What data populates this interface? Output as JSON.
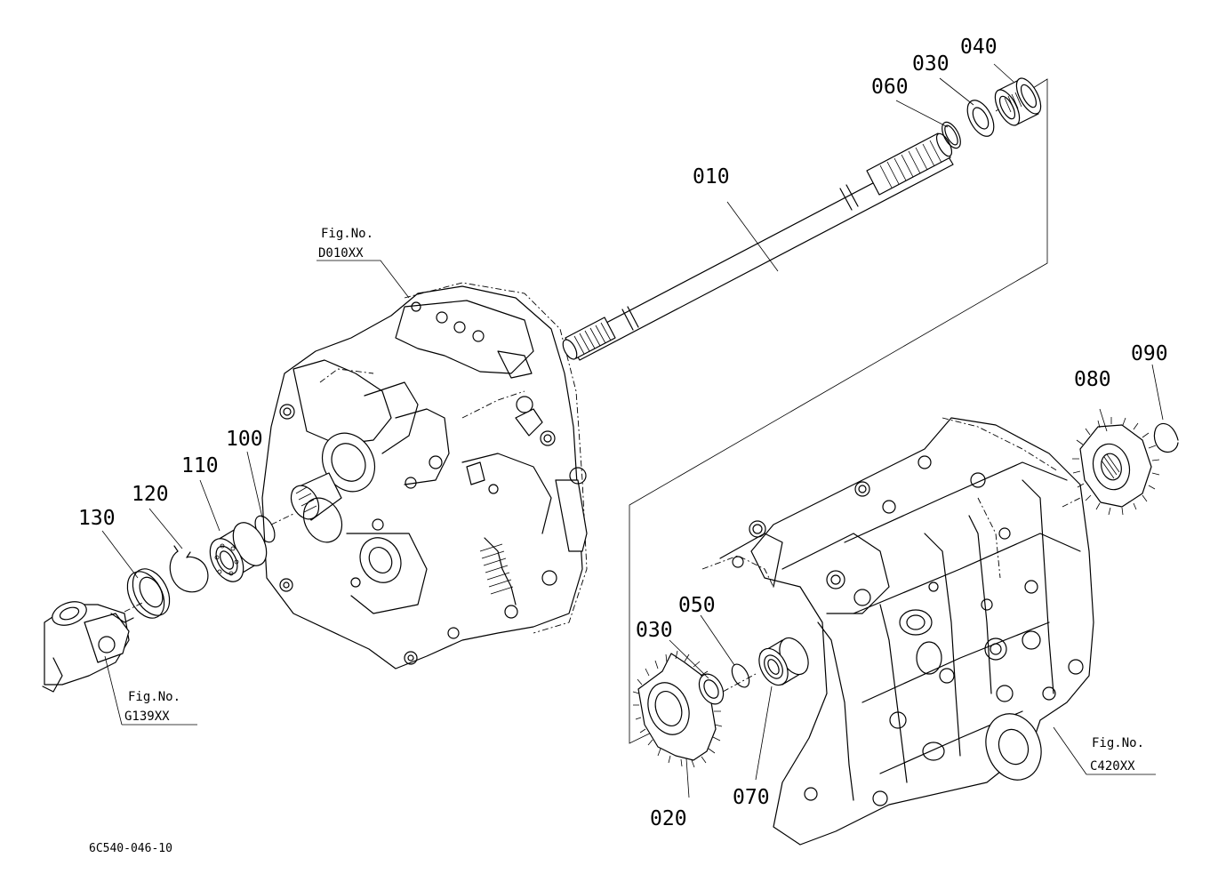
{
  "parts": [
    {
      "id": "p010",
      "label": "010"
    },
    {
      "id": "p020",
      "label": "020"
    },
    {
      "id": "p030a",
      "label": "030"
    },
    {
      "id": "p030b",
      "label": "030"
    },
    {
      "id": "p040",
      "label": "040"
    },
    {
      "id": "p050",
      "label": "050"
    },
    {
      "id": "p060",
      "label": "060"
    },
    {
      "id": "p070",
      "label": "070"
    },
    {
      "id": "p080",
      "label": "080"
    },
    {
      "id": "p090",
      "label": "090"
    },
    {
      "id": "p100",
      "label": "100"
    },
    {
      "id": "p110",
      "label": "110"
    },
    {
      "id": "p120",
      "label": "120"
    },
    {
      "id": "p130",
      "label": "130"
    }
  ],
  "figure_refs": [
    {
      "id": "d010",
      "title": "Fig.No.",
      "code": "D010XX"
    },
    {
      "id": "g139",
      "title": "Fig.No.",
      "code": "G139XX"
    },
    {
      "id": "c420",
      "title": "Fig.No.",
      "code": "C420XX"
    }
  ],
  "drawing_code": "6C540-046-10"
}
